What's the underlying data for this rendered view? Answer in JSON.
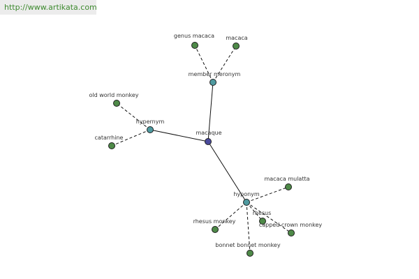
{
  "source": {
    "url_text": "http://www.artikata.com"
  },
  "colors": {
    "center": "#4a4a9c",
    "relation": "#4f9aa0",
    "term": "#4e8a48"
  },
  "graph": {
    "center": {
      "id": "macaque",
      "label": "macaque"
    },
    "relations": [
      {
        "id": "member-meronym",
        "label": "member meronym"
      },
      {
        "id": "hypernym",
        "label": "hypernym"
      },
      {
        "id": "hyponym",
        "label": "hyponym"
      }
    ],
    "terms": [
      {
        "id": "genus-macaca",
        "label": "genus macaca",
        "relation": "member-meronym"
      },
      {
        "id": "macaca",
        "label": "macaca",
        "relation": "member-meronym"
      },
      {
        "id": "old-world-monkey",
        "label": "old world monkey",
        "relation": "hypernym"
      },
      {
        "id": "catarrhine",
        "label": "catarrhine",
        "relation": "hypernym"
      },
      {
        "id": "macaca-mulatta",
        "label": "macaca mulatta",
        "relation": "hyponym"
      },
      {
        "id": "rhesus",
        "label": "rhesus",
        "relation": "hyponym"
      },
      {
        "id": "capped-crown-monkey",
        "label": "capped crown monkey",
        "relation": "hyponym"
      },
      {
        "id": "rhesus-monkey",
        "label": "rhesus monkey",
        "relation": "hyponym"
      },
      {
        "id": "bonnet-bonnet-monkey",
        "label": "bonnet bonnet monkey",
        "relation": "hyponym"
      }
    ]
  }
}
